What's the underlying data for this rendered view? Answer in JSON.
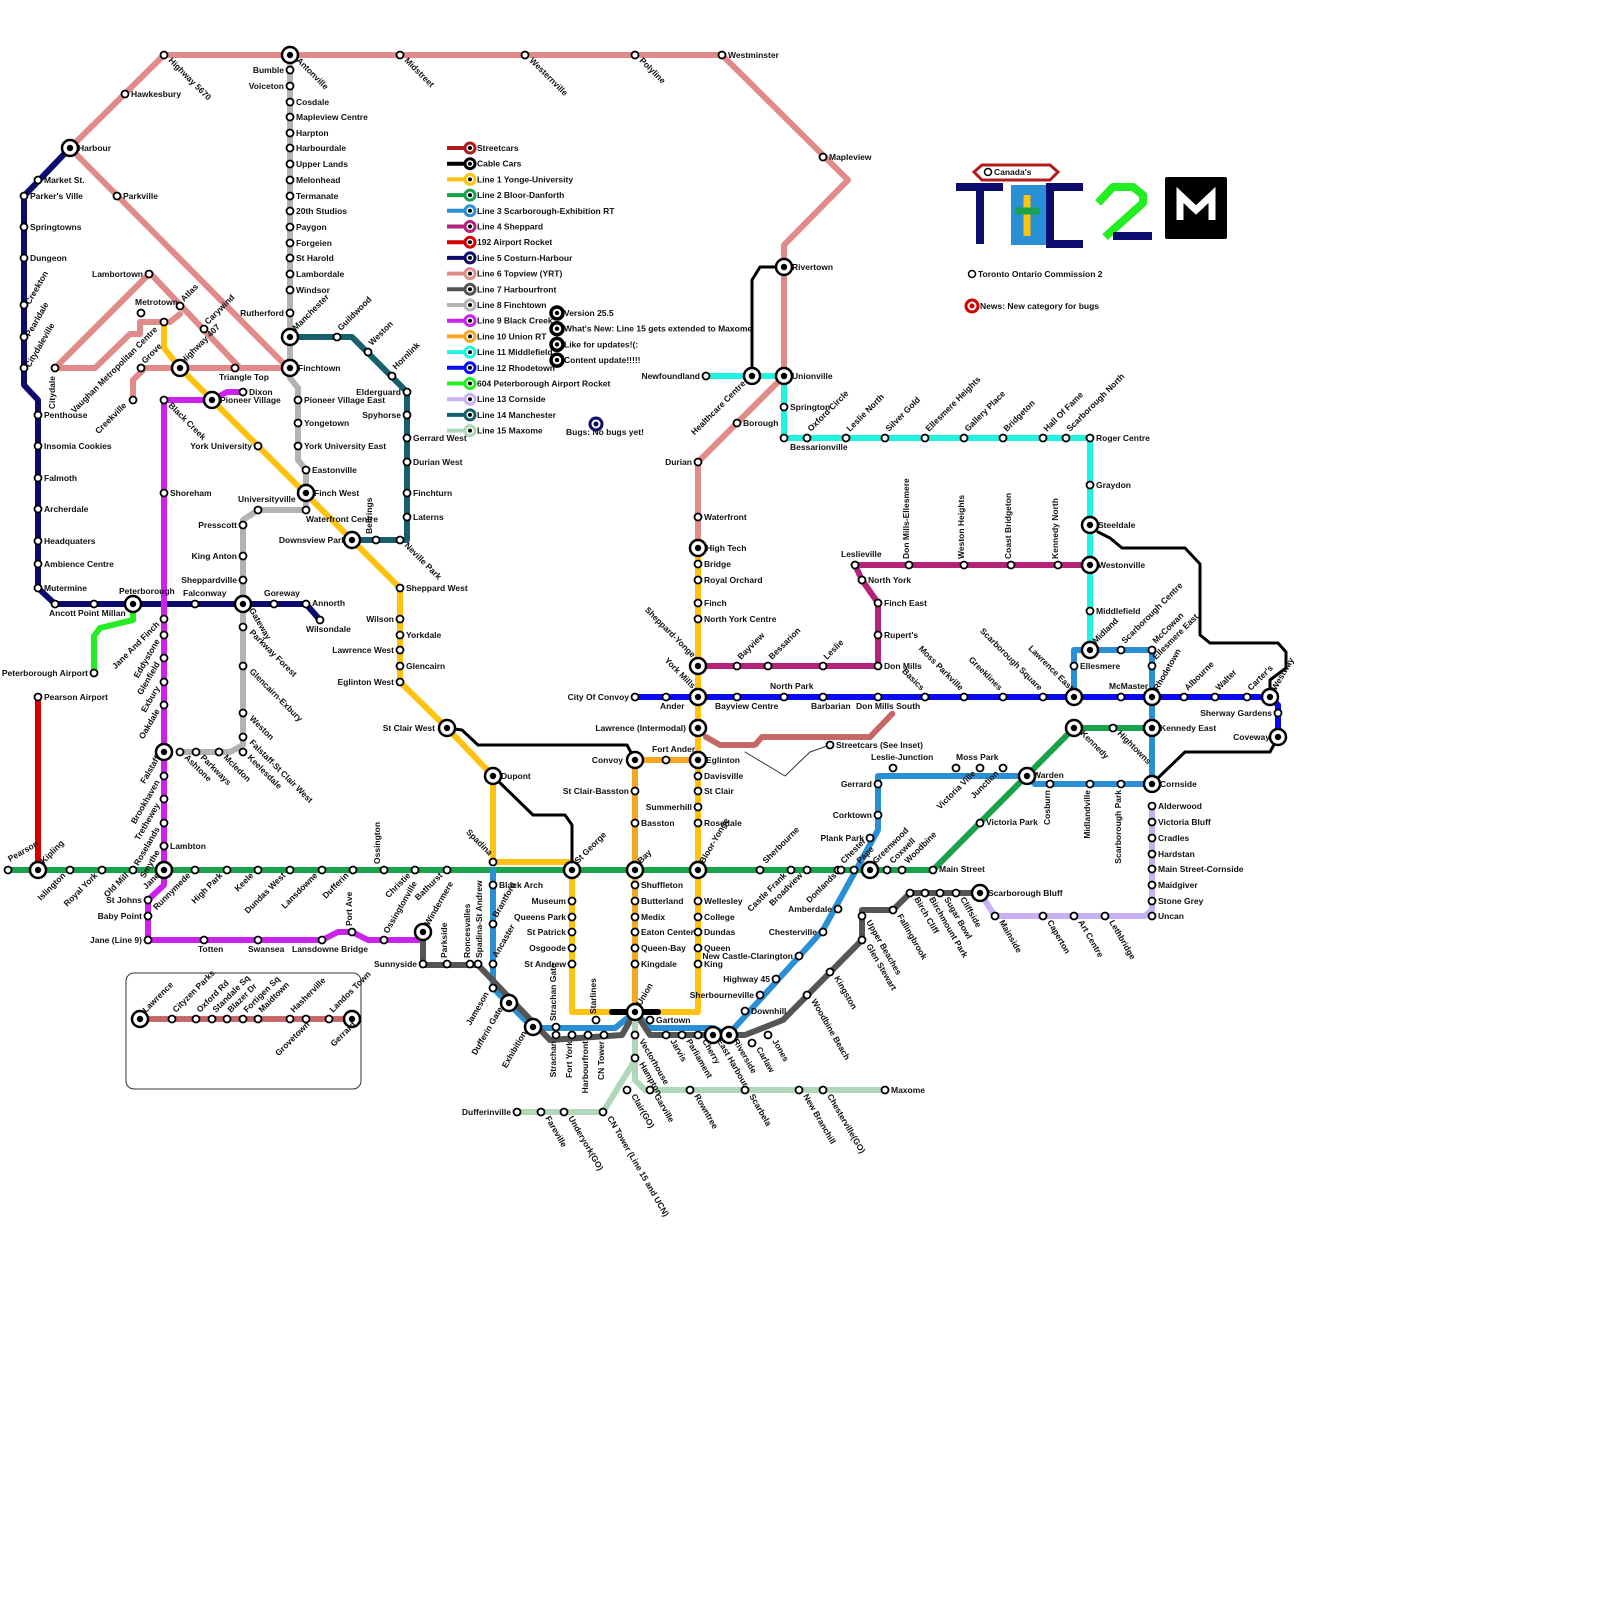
{
  "legend": [
    {
      "label": "Streetcars",
      "color": "#b01c1c"
    },
    {
      "label": "Cable Cars",
      "color": "#000000"
    },
    {
      "label": "Line 1 Yonge-University",
      "color": "#ffc20e"
    },
    {
      "label": "Line 2 Bloor-Danforth",
      "color": "#1aa14b"
    },
    {
      "label": "Line 3 Scarborough-Exhibition RT",
      "color": "#2a8fd4"
    },
    {
      "label": "Line 4 Sheppard",
      "color": "#b3237a"
    },
    {
      "label": "192 Airport Rocket",
      "color": "#d40000"
    },
    {
      "label": "Line 5 Costurn-Harbour",
      "color": "#0c0c6e"
    },
    {
      "label": "Line 6 Topview (YRT)",
      "color": "#e08a8a"
    },
    {
      "label": "Line 7 Harbourfront",
      "color": "#555555"
    },
    {
      "label": "Line 8 Finchtown",
      "color": "#b3b3b3"
    },
    {
      "label": "Line 9 Black Creek",
      "color": "#cc22ee"
    },
    {
      "label": "Line 10 Union RT",
      "color": "#f5a623"
    },
    {
      "label": "Line 11 Middlefield",
      "color": "#22f2e0"
    },
    {
      "label": "Line 12 Rhodetown",
      "color": "#0a0aee"
    },
    {
      "label": "604 Peterborough Airport Rocket",
      "color": "#22ee22"
    },
    {
      "label": "Line 13 Cornside",
      "color": "#c8b0f5"
    },
    {
      "label": "Line 14 Manchester",
      "color": "#17606b"
    },
    {
      "label": "Line 15 Maxome",
      "color": "#b0d8b8"
    }
  ],
  "news": [
    {
      "label": "Version 25.5"
    },
    {
      "label": "What's New: Line 15 gets extended to Maxome"
    },
    {
      "label": "Like for updates!(:"
    },
    {
      "label": "Content update!!!!!"
    }
  ],
  "bugs_label": "Bugs: No bugs yet!",
  "logo": {
    "text": "TOC2",
    "canadas": "Canada's",
    "subtitle": "Toronto Ontario Commission 2",
    "news_category": "News: New category for bugs"
  },
  "lines": {
    "line6": [
      [
        30,
        870
      ],
      [
        60,
        870
      ],
      [
        70,
        148
      ],
      [
        164,
        55
      ],
      [
        290,
        55
      ],
      [
        722,
        55
      ],
      [
        848,
        180
      ],
      [
        784,
        245
      ],
      [
        784,
        376
      ],
      [
        698,
        462
      ],
      [
        698,
        870
      ]
    ],
    "line6b": [
      [
        70,
        148
      ],
      [
        290,
        370
      ]
    ],
    "line6c": [
      [
        55,
        368
      ],
      [
        150,
        273
      ],
      [
        240,
        368
      ]
    ],
    "line6d": [
      [
        55,
        368
      ],
      [
        95,
        368
      ],
      [
        140,
        322
      ],
      [
        175,
        314
      ]
    ],
    "line6e": [
      [
        133,
        400
      ],
      [
        133,
        380
      ],
      [
        145,
        368
      ],
      [
        290,
        368
      ]
    ]
  },
  "stations": [
    {
      "name": "Harbour"
    },
    {
      "name": "Market St."
    },
    {
      "name": "Parker's Ville"
    },
    {
      "name": "Springtowns"
    },
    {
      "name": "Dungeon"
    },
    {
      "name": "Creekton"
    },
    {
      "name": "Pearldale"
    },
    {
      "name": "Citydaleville"
    },
    {
      "name": "Citydale"
    },
    {
      "name": "Penthouse"
    },
    {
      "name": "Insomia Cookies"
    },
    {
      "name": "Falmoth"
    },
    {
      "name": "Archerdale"
    },
    {
      "name": "Headquaters"
    },
    {
      "name": "Ambience Centre"
    },
    {
      "name": "Mutermine"
    },
    {
      "name": "Ancott"
    },
    {
      "name": "Point Millan"
    },
    {
      "name": "Peterborough"
    },
    {
      "name": "Falconway"
    },
    {
      "name": "Gateway"
    },
    {
      "name": "Goreway"
    },
    {
      "name": "Annorth"
    },
    {
      "name": "Wilsondale"
    },
    {
      "name": "Peterborough Airport"
    },
    {
      "name": "Pearson Airport"
    },
    {
      "name": "Pearson"
    },
    {
      "name": "Kipling"
    },
    {
      "name": "Islington"
    },
    {
      "name": "Royal York"
    },
    {
      "name": "Old Mill"
    },
    {
      "name": "Jane"
    },
    {
      "name": "Runnymede"
    },
    {
      "name": "High Park"
    },
    {
      "name": "Keele"
    },
    {
      "name": "Dundas West"
    },
    {
      "name": "Lansdowne"
    },
    {
      "name": "Dufferin"
    },
    {
      "name": "Ossington"
    },
    {
      "name": "Christie"
    },
    {
      "name": "Bathurst"
    },
    {
      "name": "Spadina"
    },
    {
      "name": "St George"
    },
    {
      "name": "Bay"
    },
    {
      "name": "Bloor-Yonge"
    },
    {
      "name": "Sherbourne"
    },
    {
      "name": "Castle Frank"
    },
    {
      "name": "Broadview"
    },
    {
      "name": "Chester"
    },
    {
      "name": "Pape"
    },
    {
      "name": "Donlands"
    },
    {
      "name": "Greenwood"
    },
    {
      "name": "Coxwell"
    },
    {
      "name": "Woodbine"
    },
    {
      "name": "Main Street"
    },
    {
      "name": "Victoria Park"
    },
    {
      "name": "Warden"
    },
    {
      "name": "Kennedy"
    },
    {
      "name": "Kennedy East"
    },
    {
      "name": "Hightowns"
    },
    {
      "name": "Hawkesbury"
    },
    {
      "name": "Highway 5670"
    },
    {
      "name": "Bumble"
    },
    {
      "name": "Voiceton"
    },
    {
      "name": "Antonville"
    },
    {
      "name": "Midstreet"
    },
    {
      "name": "Westernville"
    },
    {
      "name": "Polyline"
    },
    {
      "name": "Westminster"
    },
    {
      "name": "Mapleview"
    },
    {
      "name": "Rivertown"
    },
    {
      "name": "Unionville"
    },
    {
      "name": "Healthcare Centre"
    },
    {
      "name": "Newfoundland"
    },
    {
      "name": "Borough"
    },
    {
      "name": "Durian"
    },
    {
      "name": "Waterfront"
    },
    {
      "name": "High Tech"
    },
    {
      "name": "Bridge"
    },
    {
      "name": "Royal Orchard"
    },
    {
      "name": "Finch"
    },
    {
      "name": "North York Centre"
    },
    {
      "name": "Sheppard-Yonge"
    },
    {
      "name": "York Mills"
    },
    {
      "name": "Lawrence (Intermodal)"
    },
    {
      "name": "Eglinton"
    },
    {
      "name": "Davisville"
    },
    {
      "name": "St Clair"
    },
    {
      "name": "Summerhill"
    },
    {
      "name": "Rosedale"
    },
    {
      "name": "Wellesley"
    },
    {
      "name": "College"
    },
    {
      "name": "Dundas"
    },
    {
      "name": "Queen"
    },
    {
      "name": "King"
    },
    {
      "name": "Union"
    },
    {
      "name": "Parkville"
    },
    {
      "name": "Lambortown"
    },
    {
      "name": "Metrotown"
    },
    {
      "name": "Atlas"
    },
    {
      "name": "Carywind"
    },
    {
      "name": "Highway 407"
    },
    {
      "name": "Grove"
    },
    {
      "name": "Vaughan Metropolitan Centre"
    },
    {
      "name": "Creekville"
    },
    {
      "name": "Triangle Top"
    },
    {
      "name": "Dixon"
    },
    {
      "name": "Pioneer Village"
    },
    {
      "name": "Black Creek"
    },
    {
      "name": "Shoreham"
    },
    {
      "name": "Finchtown"
    },
    {
      "name": "Rutherford"
    },
    {
      "name": "Manchester"
    },
    {
      "name": "Guildwood"
    },
    {
      "name": "Weston"
    },
    {
      "name": "Hornlink"
    },
    {
      "name": "Elderguard"
    },
    {
      "name": "Spyhorse"
    },
    {
      "name": "Gerrard West"
    },
    {
      "name": "Durian West"
    },
    {
      "name": "Finchturn"
    },
    {
      "name": "Laterns"
    },
    {
      "name": "Neville Park"
    },
    {
      "name": "Bellrings"
    },
    {
      "name": "Downsview Park"
    },
    {
      "name": "Finch West"
    },
    {
      "name": "Waterfront Centre"
    },
    {
      "name": "Eastonville"
    },
    {
      "name": "York University East"
    },
    {
      "name": "Yongetown"
    },
    {
      "name": "Pioneer Village East"
    },
    {
      "name": "York University"
    },
    {
      "name": "Universityville"
    },
    {
      "name": "Presscott"
    },
    {
      "name": "King Anton"
    },
    {
      "name": "Sheppardville"
    },
    {
      "name": "Sheppard West"
    },
    {
      "name": "Wilson"
    },
    {
      "name": "Yorkdale"
    },
    {
      "name": "Lawrence West"
    },
    {
      "name": "Glencairn"
    },
    {
      "name": "Eglinton West"
    },
    {
      "name": "St Clair West"
    },
    {
      "name": "Dupont"
    },
    {
      "name": "Cosdale"
    },
    {
      "name": "Mapleview Centre"
    },
    {
      "name": "Harpton"
    },
    {
      "name": "Harbourdale"
    },
    {
      "name": "Upper Lands"
    },
    {
      "name": "Melonhead"
    },
    {
      "name": "Termanate"
    },
    {
      "name": "20th Studios"
    },
    {
      "name": "Paygon"
    },
    {
      "name": "Forgeien"
    },
    {
      "name": "St Harold"
    },
    {
      "name": "Lambordale"
    },
    {
      "name": "Windsor"
    },
    {
      "name": "Jane And Finch"
    },
    {
      "name": "Eddystone"
    },
    {
      "name": "Glenfield"
    },
    {
      "name": "Exbury"
    },
    {
      "name": "Oakdale"
    },
    {
      "name": "Falstaff"
    },
    {
      "name": "Ashtone"
    },
    {
      "name": "Parkways"
    },
    {
      "name": "Mcledon"
    },
    {
      "name": "Keelesdale"
    },
    {
      "name": "Falstaff-St Clair West"
    },
    {
      "name": "Weston"
    },
    {
      "name": "Glencairn-Exbury"
    },
    {
      "name": "Parkway Forest"
    },
    {
      "name": "Brookhaven"
    },
    {
      "name": "Trethewey"
    },
    {
      "name": "Roselands"
    },
    {
      "name": "Smythe"
    },
    {
      "name": "Lambton"
    },
    {
      "name": "St Johns"
    },
    {
      "name": "Baby Point"
    },
    {
      "name": "Jane (Line 9)"
    },
    {
      "name": "Totten"
    },
    {
      "name": "Swansea"
    },
    {
      "name": "Lansdowne Bridge"
    },
    {
      "name": "Port Ave"
    },
    {
      "name": "Ossingtonville"
    },
    {
      "name": "Windermere"
    },
    {
      "name": "Sunnyside"
    },
    {
      "name": "Parkside"
    },
    {
      "name": "Roncesvalles"
    },
    {
      "name": "Spadina-St Andrew"
    },
    {
      "name": "Black Arch"
    },
    {
      "name": "Brantford"
    },
    {
      "name": "Ancaster"
    },
    {
      "name": "Jameson"
    },
    {
      "name": "Dufferin Gate"
    },
    {
      "name": "Exhibition"
    },
    {
      "name": "Museum"
    },
    {
      "name": "Queens Park"
    },
    {
      "name": "St Patrick"
    },
    {
      "name": "Osgoode"
    },
    {
      "name": "St Andrew"
    },
    {
      "name": "Strachan Gate"
    },
    {
      "name": "Starlines"
    },
    {
      "name": "Strachan"
    },
    {
      "name": "Fort York"
    },
    {
      "name": "Harbourfront"
    },
    {
      "name": "CN Tower"
    },
    {
      "name": "Gartown"
    },
    {
      "name": "Vectorhouse"
    },
    {
      "name": "Hampton"
    },
    {
      "name": "Clair(GO)"
    },
    {
      "name": "Garville"
    },
    {
      "name": "Rowntree"
    },
    {
      "name": "Scarbela"
    },
    {
      "name": "New Branchill"
    },
    {
      "name": "Chesterville(GO)"
    },
    {
      "name": "Maxome"
    },
    {
      "name": "Dufferinville"
    },
    {
      "name": "Fareville"
    },
    {
      "name": "Underyork(GO)"
    },
    {
      "name": "CN Tower (Line 15 and UCN)"
    },
    {
      "name": "Jarvis"
    },
    {
      "name": "Parliament"
    },
    {
      "name": "Cherry"
    },
    {
      "name": "East Harbour"
    },
    {
      "name": "Riverside"
    },
    {
      "name": "Carlaw"
    },
    {
      "name": "Jones"
    },
    {
      "name": "Woodbine Beach"
    },
    {
      "name": "Kingston"
    },
    {
      "name": "Glen Stewart"
    },
    {
      "name": "Upper Beaches"
    },
    {
      "name": "Fallingbrook"
    },
    {
      "name": "Birch Cliff"
    },
    {
      "name": "Birchmount Park"
    },
    {
      "name": "Sugar Bowl"
    },
    {
      "name": "Cliffside"
    },
    {
      "name": "Scarborough Bluff"
    },
    {
      "name": "Mainside"
    },
    {
      "name": "Caperton"
    },
    {
      "name": "Art Centre"
    },
    {
      "name": "Lethbridge"
    },
    {
      "name": "Shuffleton"
    },
    {
      "name": "Butterland"
    },
    {
      "name": "Medix"
    },
    {
      "name": "Eaton Center"
    },
    {
      "name": "Queen-Bay"
    },
    {
      "name": "Kingdale"
    },
    {
      "name": "Basston"
    },
    {
      "name": "St Clair-Basston"
    },
    {
      "name": "Convoy"
    },
    {
      "name": "Fort Ander"
    },
    {
      "name": "Sherbourneville"
    },
    {
      "name": "Downhill"
    },
    {
      "name": "Highway 45"
    },
    {
      "name": "New Castle-Clarington"
    },
    {
      "name": "Chesterville"
    },
    {
      "name": "Amberdale"
    },
    {
      "name": "Plank Park"
    },
    {
      "name": "Corktown"
    },
    {
      "name": "Gerrard"
    },
    {
      "name": "Leslie-Junction"
    },
    {
      "name": "Moss Park"
    },
    {
      "name": "Victoria Ville"
    },
    {
      "name": "Junction"
    },
    {
      "name": "Cosburn"
    },
    {
      "name": "Midlandville"
    },
    {
      "name": "Scarborough Park"
    },
    {
      "name": "Cornside"
    },
    {
      "name": "Alderwood"
    },
    {
      "name": "Victoria Bluff"
    },
    {
      "name": "Cradles"
    },
    {
      "name": "Hardstan"
    },
    {
      "name": "Main Street-Cornside"
    },
    {
      "name": "Maidgiver"
    },
    {
      "name": "Stone Grey"
    },
    {
      "name": "Uncan"
    },
    {
      "name": "City Of Convoy"
    },
    {
      "name": "Ander"
    },
    {
      "name": "Bayview Centre"
    },
    {
      "name": "North Park"
    },
    {
      "name": "Barbarian"
    },
    {
      "name": "Don Mills South"
    },
    {
      "name": "Basics"
    },
    {
      "name": "Moss Parkville"
    },
    {
      "name": "Greeklines"
    },
    {
      "name": "Scarborough Square"
    },
    {
      "name": "Lawrence East"
    },
    {
      "name": "McMaster"
    },
    {
      "name": "Rhodetown"
    },
    {
      "name": "Albourne"
    },
    {
      "name": "Walter"
    },
    {
      "name": "Carter's"
    },
    {
      "name": "Westway"
    },
    {
      "name": "Sherway Gardens"
    },
    {
      "name": "Coveway"
    },
    {
      "name": "Bayview"
    },
    {
      "name": "Bessarion"
    },
    {
      "name": "Leslie"
    },
    {
      "name": "Don Mills"
    },
    {
      "name": "Rupert's"
    },
    {
      "name": "Finch East"
    },
    {
      "name": "North York"
    },
    {
      "name": "Leslieville"
    },
    {
      "name": "Don Mills-Ellesmere"
    },
    {
      "name": "Weston Heights"
    },
    {
      "name": "Coast Bridgeton"
    },
    {
      "name": "Kennedy North"
    },
    {
      "name": "Westonville"
    },
    {
      "name": "Springton"
    },
    {
      "name": "Bessarionville"
    },
    {
      "name": "Oxford Circle"
    },
    {
      "name": "Leslie North"
    },
    {
      "name": "Silver Gold"
    },
    {
      "name": "Ellesmere Heights"
    },
    {
      "name": "Gallery Place"
    },
    {
      "name": "Bridgeton"
    },
    {
      "name": "Hall Of Fame"
    },
    {
      "name": "Scarborough North"
    },
    {
      "name": "Roger Centre"
    },
    {
      "name": "Graydon"
    },
    {
      "name": "Steeldale"
    },
    {
      "name": "Middlefield"
    },
    {
      "name": "Midland"
    },
    {
      "name": "Scarborough Centre"
    },
    {
      "name": "McCowan"
    },
    {
      "name": "Ellesmere East"
    },
    {
      "name": "Ellesmere"
    },
    {
      "name": "Streetcars (See Inset)"
    },
    {
      "name": "Lawrence"
    },
    {
      "name": "Cityzen Parks"
    },
    {
      "name": "Oxford Rd"
    },
    {
      "name": "Standale Sq"
    },
    {
      "name": "Blazer Dr"
    },
    {
      "name": "Fortigen Sq"
    },
    {
      "name": "Maidtown"
    },
    {
      "name": "Hasherville"
    },
    {
      "name": "Grovetown"
    },
    {
      "name": "Landos Town"
    },
    {
      "name": "Gerrard"
    }
  ]
}
